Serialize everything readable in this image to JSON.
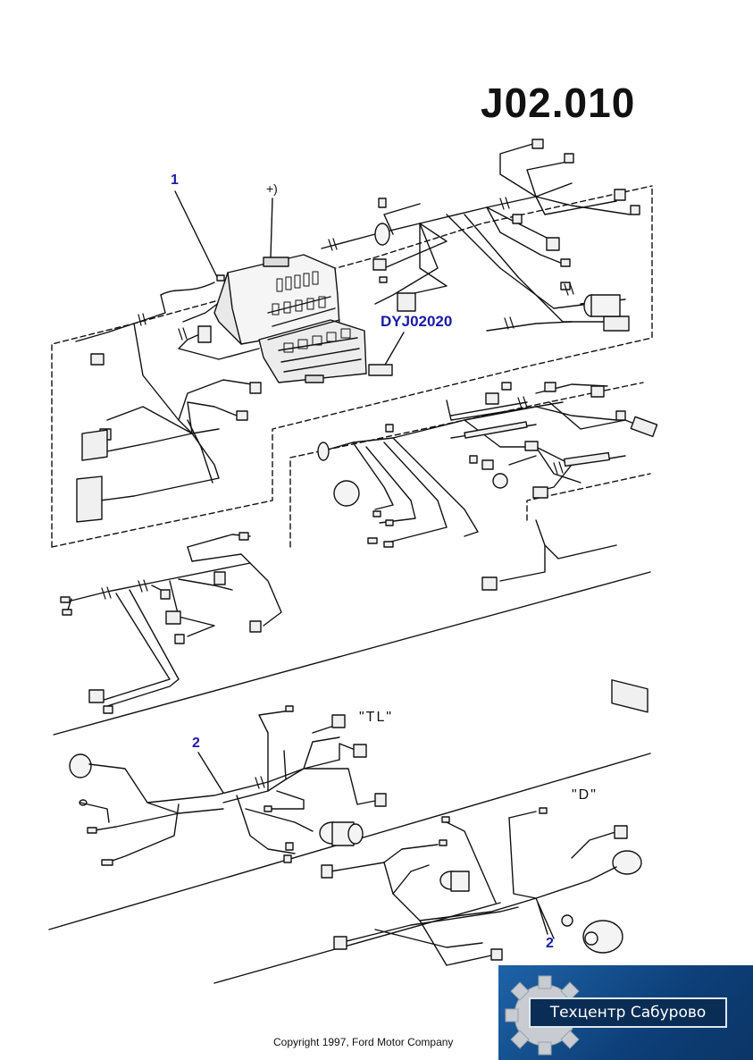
{
  "page_code": "J02.010",
  "callouts": {
    "item_1": "1",
    "part_ref": "DYJ02020",
    "item_2_top": "2",
    "item_2_bottom": "2"
  },
  "marks": {
    "positive": "+)",
    "variant_tl": "\"TL\"",
    "variant_d": "\"D\""
  },
  "footer": {
    "copyright": "Copyright 1997, Ford Motor Company"
  },
  "logo": {
    "label": "Техцентр Сабурово",
    "colors": {
      "background": "#0f4f8e",
      "label_bg": "#0a2d55",
      "gear": "#c8ccd2"
    }
  },
  "colors": {
    "callout": "#1a1aa8",
    "line": "#111111"
  }
}
